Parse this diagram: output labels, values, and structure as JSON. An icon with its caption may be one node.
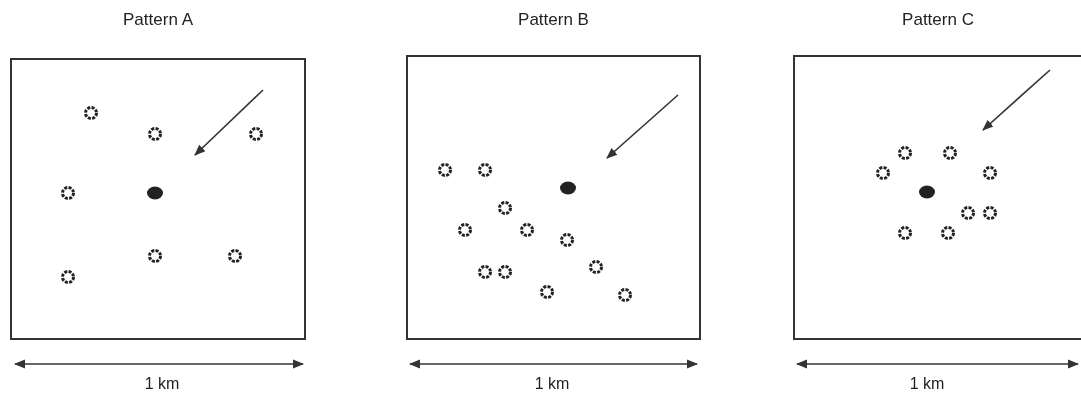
{
  "diagram": {
    "nodes": [
      {
        "text": [
          "Pattern A"
        ]
      },
      {
        "text": [
          "Pattern B"
        ]
      },
      {
        "text": [
          "Pattern C"
        ]
      }
    ],
    "labels": [
      "1 km",
      "1 km",
      "1 km"
    ]
  }
}
